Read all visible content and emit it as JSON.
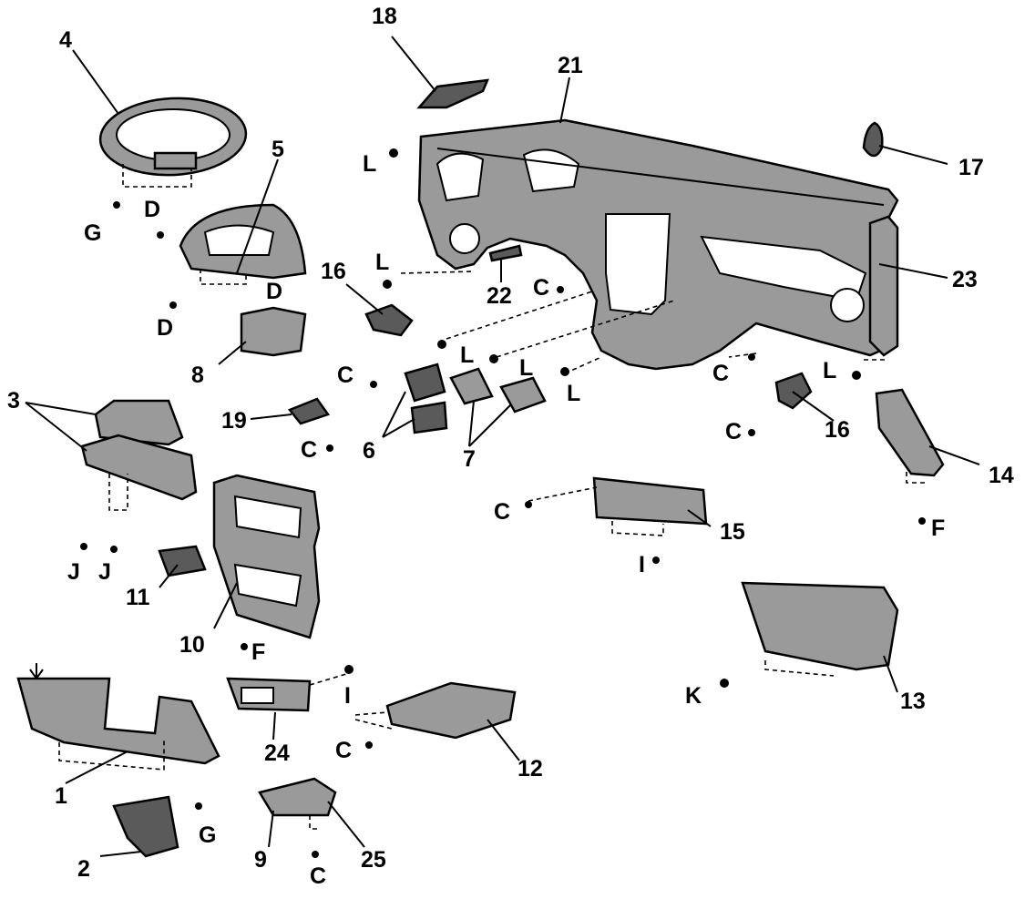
{
  "callouts": [
    {
      "id": "c1",
      "text": "1"
    },
    {
      "id": "c2",
      "text": "2"
    },
    {
      "id": "c3",
      "text": "3"
    },
    {
      "id": "c4",
      "text": "4"
    },
    {
      "id": "c5",
      "text": "5"
    },
    {
      "id": "c6",
      "text": "6"
    },
    {
      "id": "c7",
      "text": "7"
    },
    {
      "id": "c8",
      "text": "8"
    },
    {
      "id": "c9",
      "text": "9"
    },
    {
      "id": "c10",
      "text": "10"
    },
    {
      "id": "c11",
      "text": "11"
    },
    {
      "id": "c12",
      "text": "12"
    },
    {
      "id": "c13",
      "text": "13"
    },
    {
      "id": "c14",
      "text": "14"
    },
    {
      "id": "c15",
      "text": "15"
    },
    {
      "id": "c16a",
      "text": "16"
    },
    {
      "id": "c16b",
      "text": "16"
    },
    {
      "id": "c17",
      "text": "17"
    },
    {
      "id": "c18",
      "text": "18"
    },
    {
      "id": "c19",
      "text": "19"
    },
    {
      "id": "c21",
      "text": "21"
    },
    {
      "id": "c22",
      "text": "22"
    },
    {
      "id": "c23",
      "text": "23"
    },
    {
      "id": "c24",
      "text": "24"
    },
    {
      "id": "c25",
      "text": "25"
    }
  ],
  "fasteners": [
    {
      "id": "fG1",
      "text": "G"
    },
    {
      "id": "fD1",
      "text": "D"
    },
    {
      "id": "fD2",
      "text": "D"
    },
    {
      "id": "fD3",
      "text": "D"
    },
    {
      "id": "fL1",
      "text": "L"
    },
    {
      "id": "fL2",
      "text": "L"
    },
    {
      "id": "fL3",
      "text": "L"
    },
    {
      "id": "fL4",
      "text": "L"
    },
    {
      "id": "fL5",
      "text": "L"
    },
    {
      "id": "fL6",
      "text": "L"
    },
    {
      "id": "fC1",
      "text": "C"
    },
    {
      "id": "fC2",
      "text": "C"
    },
    {
      "id": "fC3",
      "text": "C"
    },
    {
      "id": "fC4",
      "text": "C"
    },
    {
      "id": "fC5",
      "text": "C"
    },
    {
      "id": "fC6",
      "text": "C"
    },
    {
      "id": "fC7",
      "text": "C"
    },
    {
      "id": "fC8",
      "text": "C"
    },
    {
      "id": "fJ1",
      "text": "J"
    },
    {
      "id": "fJ2",
      "text": "J"
    },
    {
      "id": "fF1",
      "text": "F"
    },
    {
      "id": "fF2",
      "text": "F"
    },
    {
      "id": "fI1",
      "text": "I"
    },
    {
      "id": "fI2",
      "text": "I"
    },
    {
      "id": "fK1",
      "text": "K"
    },
    {
      "id": "fG2",
      "text": "G"
    }
  ]
}
